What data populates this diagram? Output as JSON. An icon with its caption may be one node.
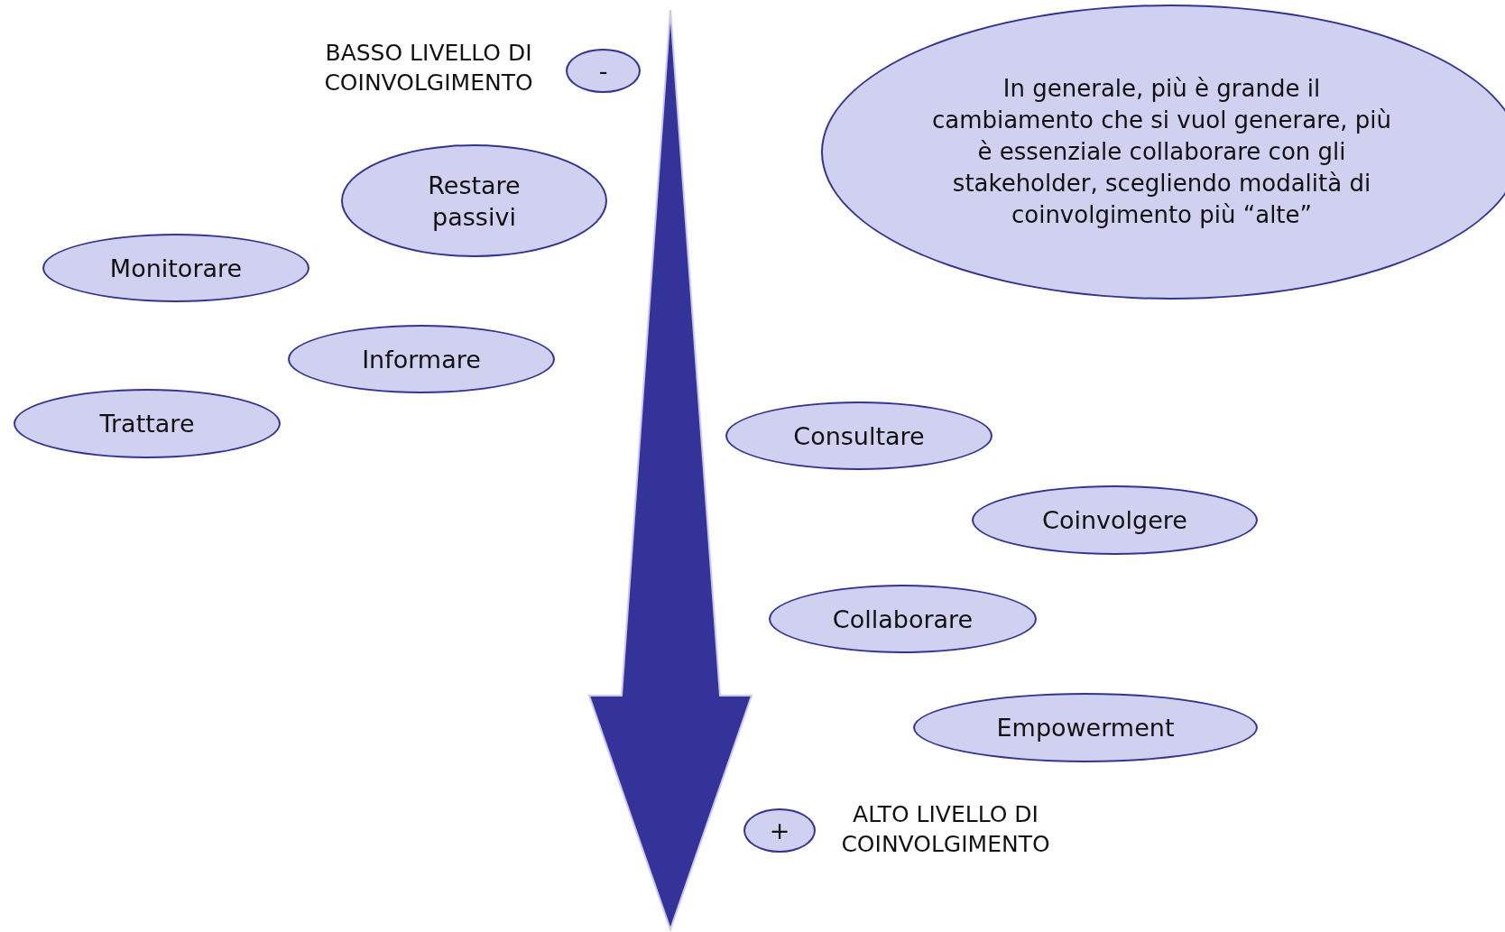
{
  "diagram": {
    "nodes": [
      {
        "text": [
          "-"
        ],
        "beside": [
          "BASSO LIVELLO DI COINVOLGIMENTO"
        ]
      },
      {
        "text": [
          "In generale, più è grande il cambiamento che si vuol generare, più è essenziale collaborare con gli stakeholder, scegliendo modalità di coinvolgimento più “alte”"
        ]
      },
      {
        "text": [
          "Restare passivi"
        ]
      },
      {
        "text": [
          "Monitorare"
        ]
      },
      {
        "text": [
          "Informare"
        ]
      },
      {
        "text": [
          "Trattare"
        ]
      },
      {
        "text": [
          "Consultare"
        ]
      },
      {
        "text": [
          "Coinvolgere"
        ]
      },
      {
        "text": [
          "Collaborare"
        ]
      },
      {
        "text": [
          "Empowerment"
        ]
      },
      {
        "text": [
          "+"
        ],
        "beside": [
          "ALTO LIVELLO DI COINVOLGIMENTO"
        ]
      }
    ]
  }
}
